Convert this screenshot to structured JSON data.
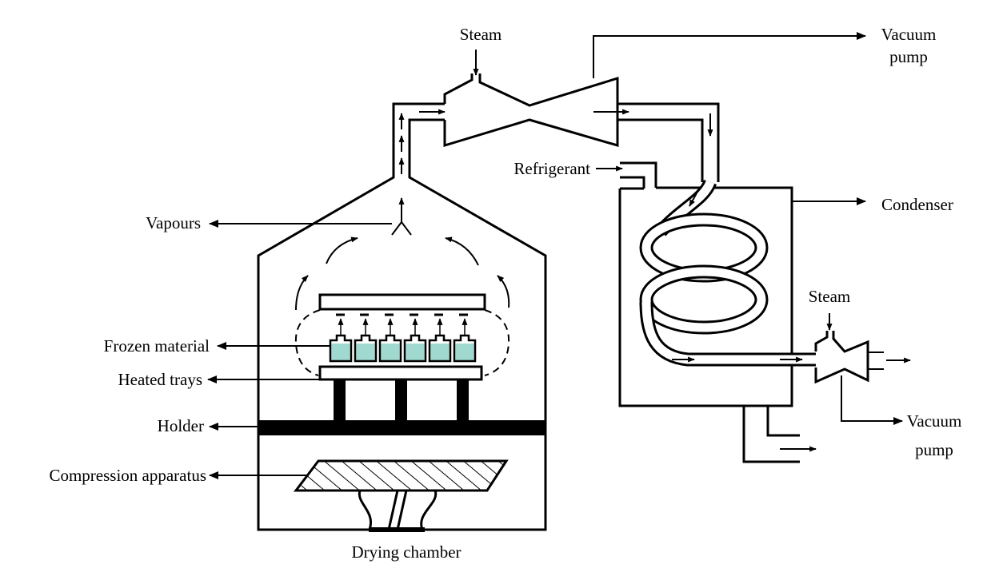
{
  "labels": {
    "steam_top": "Steam",
    "vacuum_pump_top_line1": "Vacuum",
    "vacuum_pump_top_line2": "pump",
    "refrigerant": "Refrigerant",
    "condenser": "Condenser",
    "vapours": "Vapours",
    "steam_right": "Steam",
    "frozen_material": "Frozen material",
    "heated_trays": "Heated trays",
    "holder": "Holder",
    "vacuum_pump_right_line1": "Vacuum",
    "vacuum_pump_right_line2": "pump",
    "compression_apparatus": "Compression apparatus",
    "drying_chamber": "Drying chamber"
  },
  "colors": {
    "line": "#000000",
    "vial_fill": "#9fd9cf",
    "background": "#ffffff"
  },
  "vial_count": 6
}
